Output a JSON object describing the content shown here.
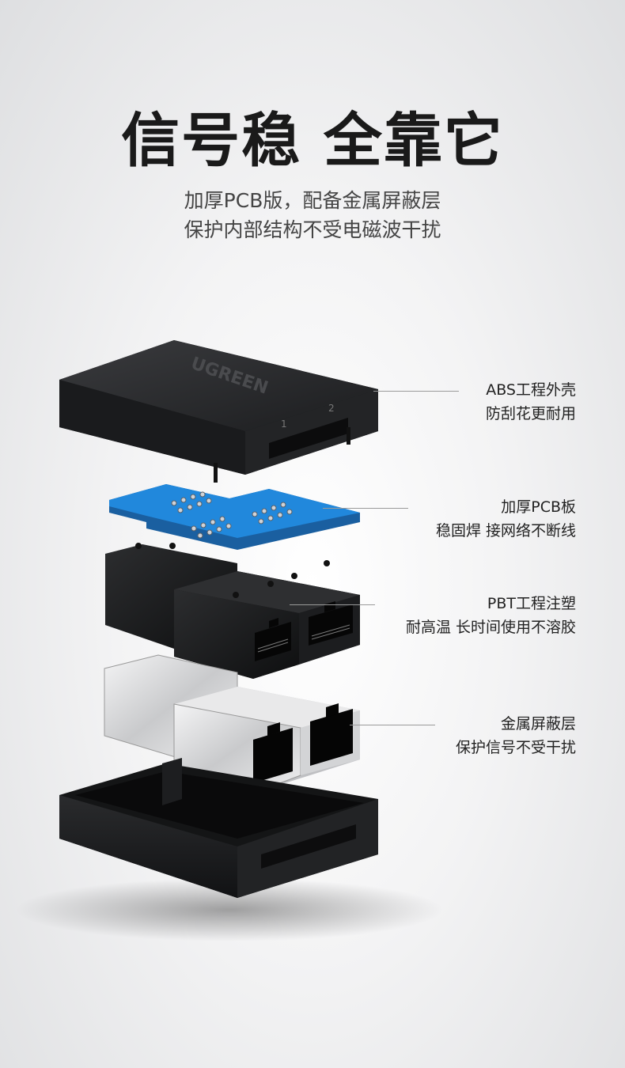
{
  "headline": "信号稳 全靠它",
  "subtitle": {
    "line1": "加厚PCB版，配备金属屏蔽层",
    "line2": "保护内部结构不受电磁波干扰"
  },
  "brand": "UGREEN",
  "port_numbers": [
    "1",
    "2"
  ],
  "callouts": [
    {
      "title": "ABS工程外壳",
      "desc": "防刮花更耐用"
    },
    {
      "title": "加厚PCB板",
      "desc": "稳固焊 接网络不断线"
    },
    {
      "title": "PBT工程注塑",
      "desc": "耐高温 长时间使用不溶胶"
    },
    {
      "title": "金属屏蔽层",
      "desc": "保护信号不受干扰"
    }
  ],
  "colors": {
    "shell": "#1f2022",
    "pcb": "#1f7fd0",
    "metal": "#d8d9db",
    "text": "#222222"
  }
}
